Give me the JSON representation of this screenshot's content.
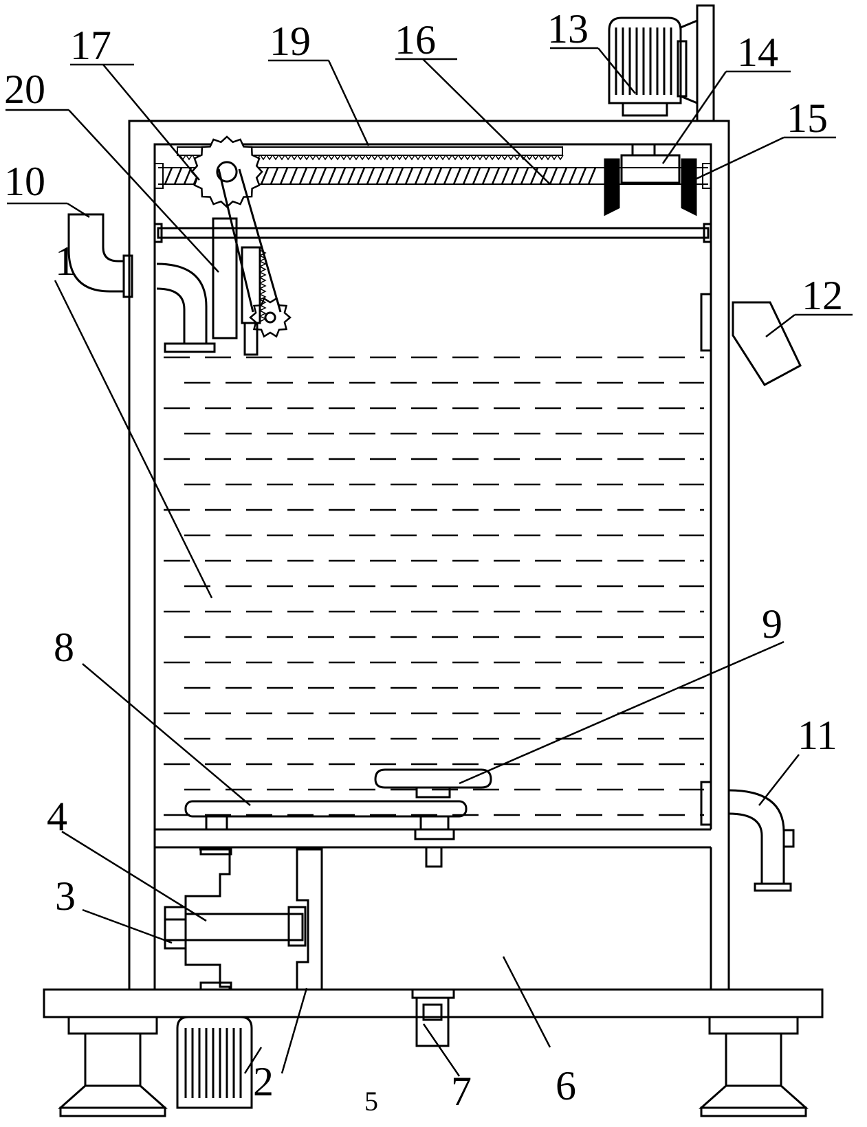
{
  "labels": {
    "l1": "1",
    "l2": "2",
    "l3": "3",
    "l4": "4",
    "l5": "5",
    "l6": "6",
    "l7": "7",
    "l8": "8",
    "l9": "9",
    "l10": "10",
    "l11": "11",
    "l12": "12",
    "l13": "13",
    "l14": "14",
    "l15": "15",
    "l16": "16",
    "l17": "17",
    "l19": "19",
    "l20": "20"
  },
  "colors": {
    "line": "#000000",
    "background": "#ffffff"
  }
}
